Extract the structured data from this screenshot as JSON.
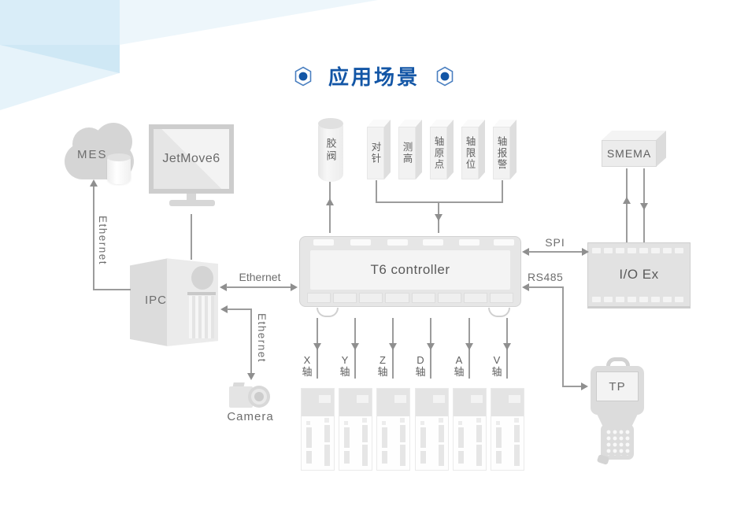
{
  "title": {
    "text": "应用场景",
    "icon": "hexagon-dot",
    "accent_color": "#1356a6"
  },
  "nodes": {
    "mes": {
      "label": "MES"
    },
    "jetmove": {
      "label": "JetMove6"
    },
    "ipc": {
      "label": "IPC"
    },
    "camera": {
      "label": "Camera"
    },
    "controller": {
      "label": "T6 controller"
    },
    "glue_valve": {
      "label": "胶阀"
    },
    "sensors": [
      {
        "label": "对针"
      },
      {
        "label": "测高"
      },
      {
        "label": "轴原点"
      },
      {
        "label": "轴限位"
      },
      {
        "label": "轴报警"
      }
    ],
    "smema": {
      "label": "SMEMA"
    },
    "io_ex": {
      "label": "I/O Ex"
    },
    "tp": {
      "label": "TP"
    },
    "axes": [
      {
        "letter": "X",
        "word": "轴"
      },
      {
        "letter": "Y",
        "word": "轴"
      },
      {
        "letter": "Z",
        "word": "轴"
      },
      {
        "letter": "D",
        "word": "轴"
      },
      {
        "letter": "A",
        "word": "轴"
      },
      {
        "letter": "V",
        "word": "轴"
      }
    ],
    "drives_count": 6
  },
  "connections": {
    "ipc_mes": {
      "label": "Ethernet"
    },
    "ipc_t6": {
      "label": "Ethernet"
    },
    "ipc_camera": {
      "label": "Ethernet"
    },
    "t6_ioex_spi": {
      "label": "SPI"
    },
    "t6_tp_rs485": {
      "label": "RS485"
    }
  },
  "colors": {
    "title_blue": "#1356a6",
    "shape_gray": "#dcdcdc",
    "line_gray": "#9a9a9a",
    "label_gray": "#6a6a6a",
    "decor_blue": "#d9edf8"
  }
}
